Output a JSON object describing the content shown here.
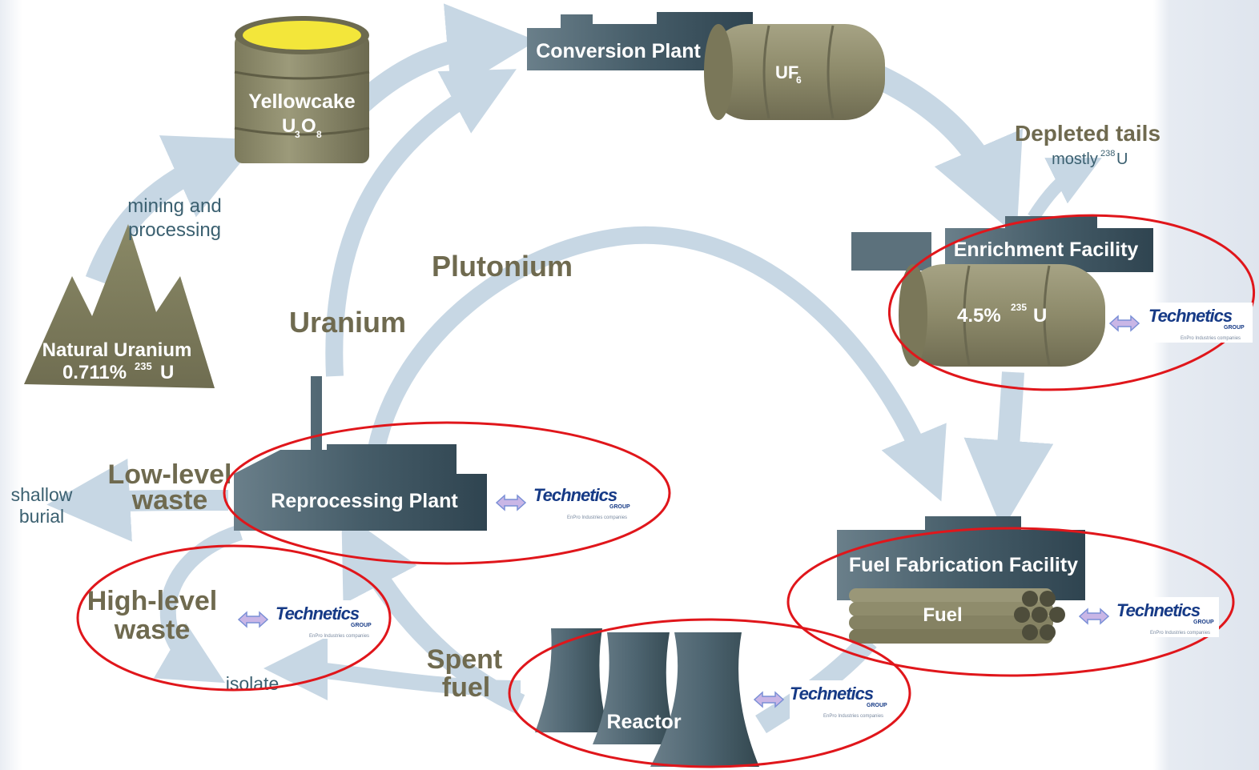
{
  "stages": {
    "natural_uranium": {
      "label": "Natural Uranium",
      "percent": "0.711%",
      "isotope_sup": "235",
      "isotope": "U"
    },
    "mining": {
      "line1": "mining and",
      "line2": "processing"
    },
    "yellowcake": {
      "label": "Yellowcake",
      "formula": "U",
      "sub1": "3",
      "o": "O",
      "sub2": "8"
    },
    "conversion": {
      "label": "Conversion Plant",
      "uf": "UF",
      "uf_sub": "6"
    },
    "depleted": {
      "label": "Depleted tails",
      "mostly": "mostly",
      "sup": "238",
      "iso": "U"
    },
    "enrichment": {
      "label": "Enrichment Facility",
      "percent": "4.5%",
      "sup": "235",
      "iso": "U"
    },
    "fuel_fab": {
      "label": "Fuel Fabrication Facility",
      "fuel": "Fuel"
    },
    "reactor": {
      "label": "Reactor"
    },
    "spent": {
      "line1": "Spent",
      "line2": "fuel"
    },
    "reprocessing": {
      "label": "Reprocessing Plant"
    },
    "plutonium": {
      "label": "Plutonium"
    },
    "uranium": {
      "label": "Uranium"
    },
    "low_level": {
      "line1": "Low-level",
      "line2": "waste"
    },
    "shallow": {
      "line1": "shallow",
      "line2": "burial"
    },
    "high_level": {
      "line1": "High-level",
      "line2": "waste"
    },
    "isolate": {
      "label": "isolate"
    }
  },
  "logo": {
    "name": "Technetics",
    "group": "GROUP",
    "tagline": "EnPro Industries companies"
  },
  "colors": {
    "arrow": "#c7d7e4",
    "building": "#3f5663",
    "olive_cylinder": "#8f8c6c",
    "yellowcake": "#f3e63a",
    "highlight_ellipse": "#e0161b",
    "logo_blue": "#163a86",
    "double_arrow": "#7a8fd6"
  }
}
